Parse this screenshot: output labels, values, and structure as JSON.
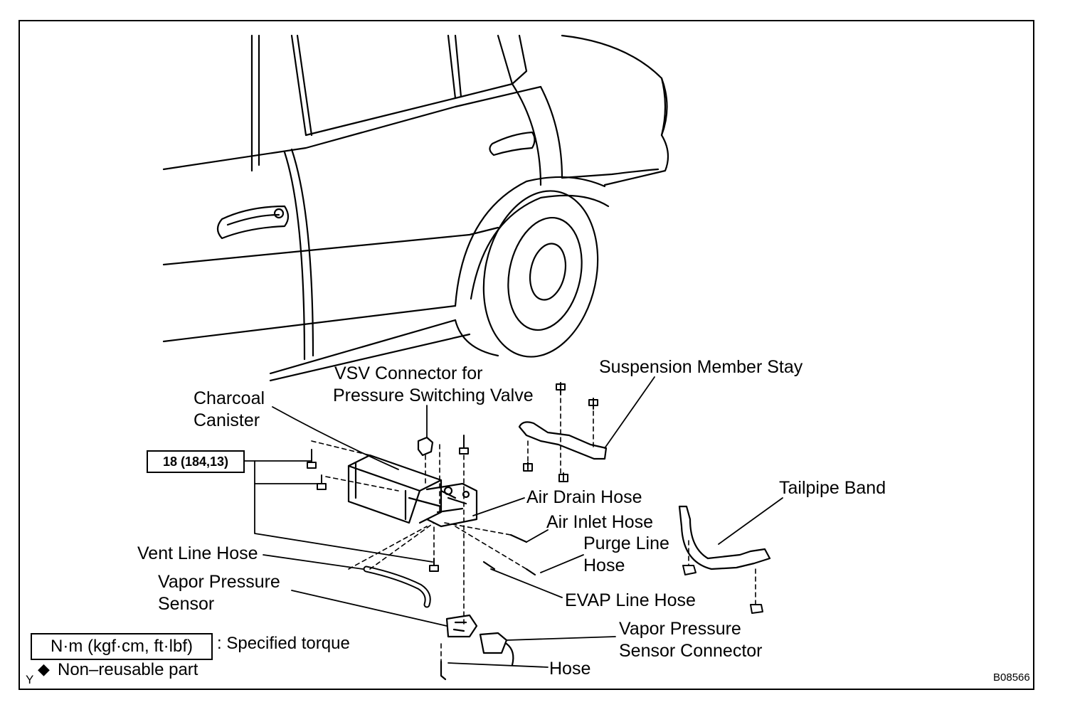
{
  "labels": {
    "charcoal_canister_1": "Charcoal",
    "charcoal_canister_2": "Canister",
    "vsv_connector_1": "VSV Connector for",
    "vsv_connector_2": "Pressure Switching Valve",
    "suspension_member_stay": "Suspension Member Stay",
    "air_drain_hose": "Air Drain Hose",
    "tailpipe_band": "Tailpipe Band",
    "air_inlet_hose": "Air Inlet Hose",
    "purge_line_hose_1": "Purge Line",
    "purge_line_hose_2": "Hose",
    "vent_line_hose": "Vent Line Hose",
    "vapor_pressure_sensor_1": "Vapor Pressure",
    "vapor_pressure_sensor_2": "Sensor",
    "evap_line_hose": "EVAP Line Hose",
    "vapor_pressure_sensor_connector_1": "Vapor Pressure",
    "vapor_pressure_sensor_connector_2": "Sensor Connector",
    "hose": "Hose"
  },
  "torque": {
    "value": "18 (184,13)"
  },
  "legend": {
    "unit_box": "N·m (kgf·cm, ft·lbf)",
    "specified_torque": ": Specified torque",
    "non_reusable_symbol": "◆",
    "non_reusable": "Non–reusable part"
  },
  "footer": {
    "corner_mark": "Y",
    "figure_code": "B08566"
  },
  "colors": {
    "ink": "#000000",
    "background": "#ffffff"
  }
}
